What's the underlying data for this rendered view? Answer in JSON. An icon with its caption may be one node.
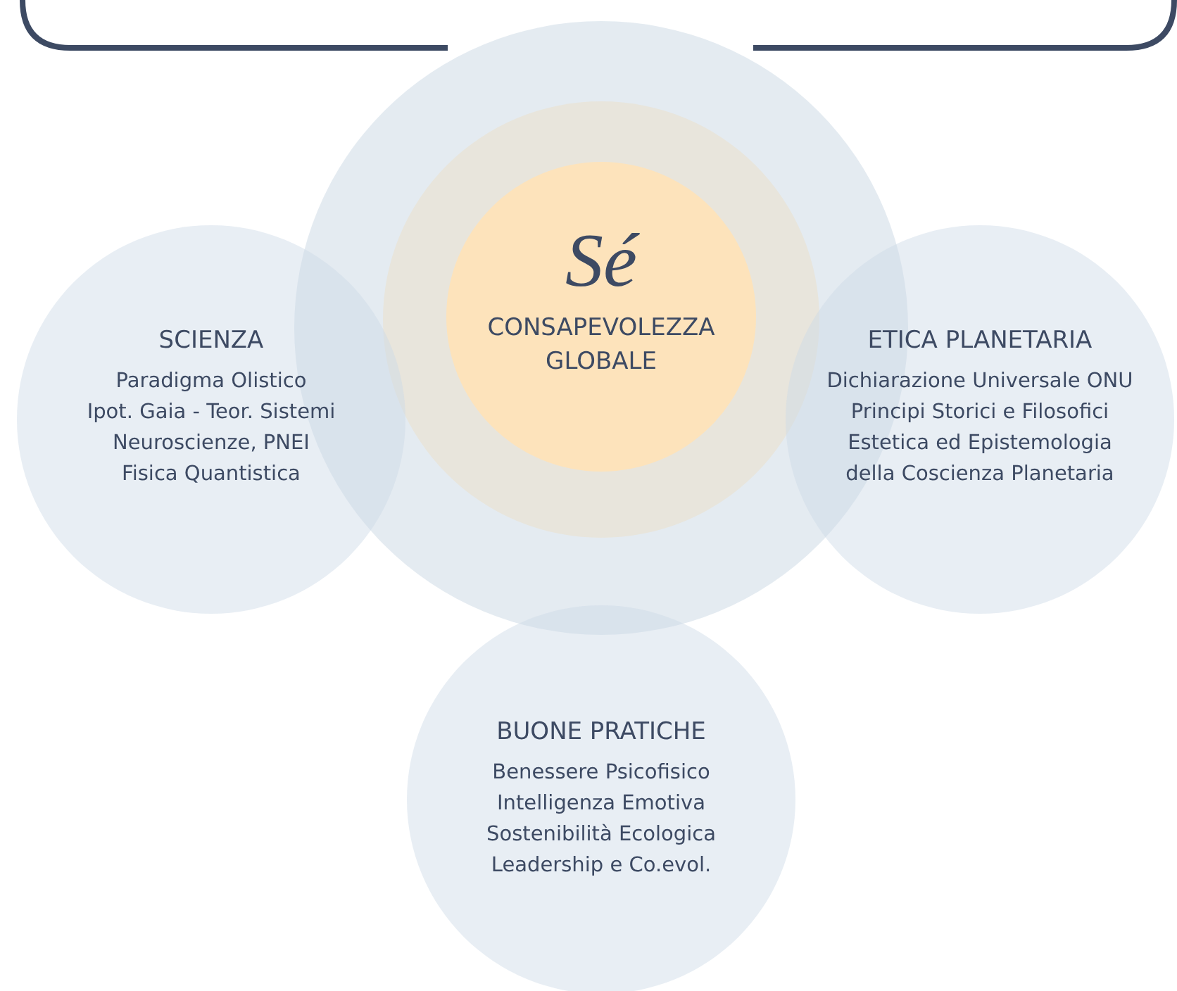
{
  "diagram": {
    "nodes": [
      {
        "text": [],
        "shape": "circle"
      },
      {
        "text": [],
        "shape": "circle",
        "in": 0
      },
      {
        "text": [
          "Sé",
          "CONSAPEVOLEZZA GLOBALE"
        ],
        "in": 1
      },
      {
        "text": [
          "SCIENZA",
          "Paradigma Olistico",
          "Ipot. Gaia - Teor. Sistemi",
          "Neuroscienze, PNEI",
          "Fisica Quantistica"
        ]
      },
      {
        "text": [
          "ETICA PLANETARIA",
          "Dichiarazione Universale ONU",
          "Principi Storici e Filosofici",
          "Estetica ed Epistemologia",
          "della Coscienza Planetaria"
        ]
      },
      {
        "text": [
          "BUONE PRATICHE",
          "Benessere Psicofisico",
          "Intelligenza Emotiva",
          "Sostenibilità Ecologica",
          "Leadership e Co.evol."
        ]
      }
    ],
    "edges": []
  }
}
